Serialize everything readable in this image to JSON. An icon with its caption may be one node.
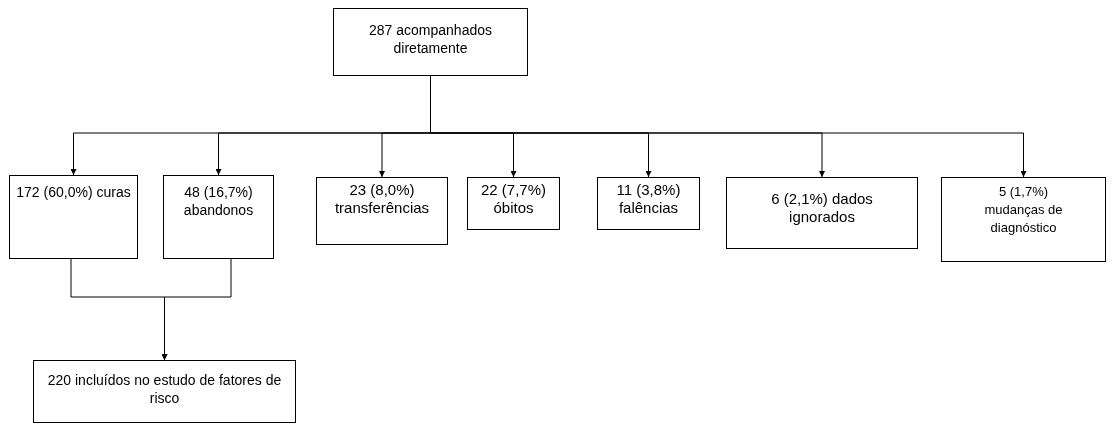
{
  "diagram": {
    "nodes": [
      {
        "text": [
          "287 acompanhados diretamente"
        ]
      },
      {
        "text": [
          "172 (60,0%) curas"
        ]
      },
      {
        "text": [
          "48 (16,7%) abandonos"
        ]
      },
      {
        "text": [
          "23 (8,0%) transferências"
        ]
      },
      {
        "text": [
          "22 (7,7%) óbitos"
        ]
      },
      {
        "text": [
          "11 (3,8%) falências"
        ]
      },
      {
        "text": [
          "6 (2,1%) dados ignorados"
        ]
      },
      {
        "text": [
          "5 (1,7%) mudanças de diagnóstico"
        ]
      },
      {
        "text": [
          "220 incluídos no estudo de fatores de risco"
        ]
      }
    ],
    "edges": [
      {
        "from": 0,
        "to": 1,
        "arrow": "to"
      },
      {
        "from": 0,
        "to": 2,
        "arrow": "to"
      },
      {
        "from": 0,
        "to": 3,
        "arrow": "to"
      },
      {
        "from": 0,
        "to": 4,
        "arrow": "to"
      },
      {
        "from": 0,
        "to": 5,
        "arrow": "to"
      },
      {
        "from": 0,
        "to": 6,
        "arrow": "to"
      },
      {
        "from": 0,
        "to": 7,
        "arrow": "to"
      },
      {
        "from": 1,
        "to": 8,
        "arrow": "to"
      },
      {
        "from": 2,
        "to": 8,
        "arrow": "to"
      }
    ]
  }
}
